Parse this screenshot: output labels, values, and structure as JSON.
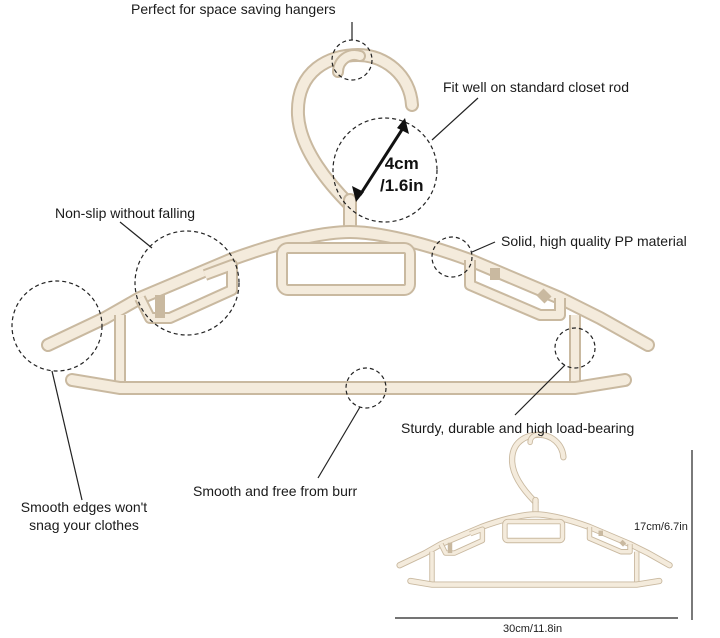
{
  "annotations": {
    "space_saving": "Perfect for space saving hangers",
    "closet_rod": "Fit well on standard closet rod",
    "non_slip": "Non-slip without falling",
    "material": "Solid, high quality PP material",
    "sturdy": "Sturdy, durable and high load-bearing",
    "smooth_burr": "Smooth and free from burr",
    "smooth_edges_line1": "Smooth edges won't",
    "smooth_edges_line2": "snag your clothes"
  },
  "hook_dimension": {
    "metric": "4cm",
    "imperial": "/1.6in"
  },
  "size_dimensions": {
    "height": "17cm/6.7in",
    "width": "30cm/11.8in"
  },
  "colors": {
    "hanger_fill": "#f4ebdc",
    "hanger_outline": "#c9b9a0",
    "callout_line": "#222222"
  }
}
